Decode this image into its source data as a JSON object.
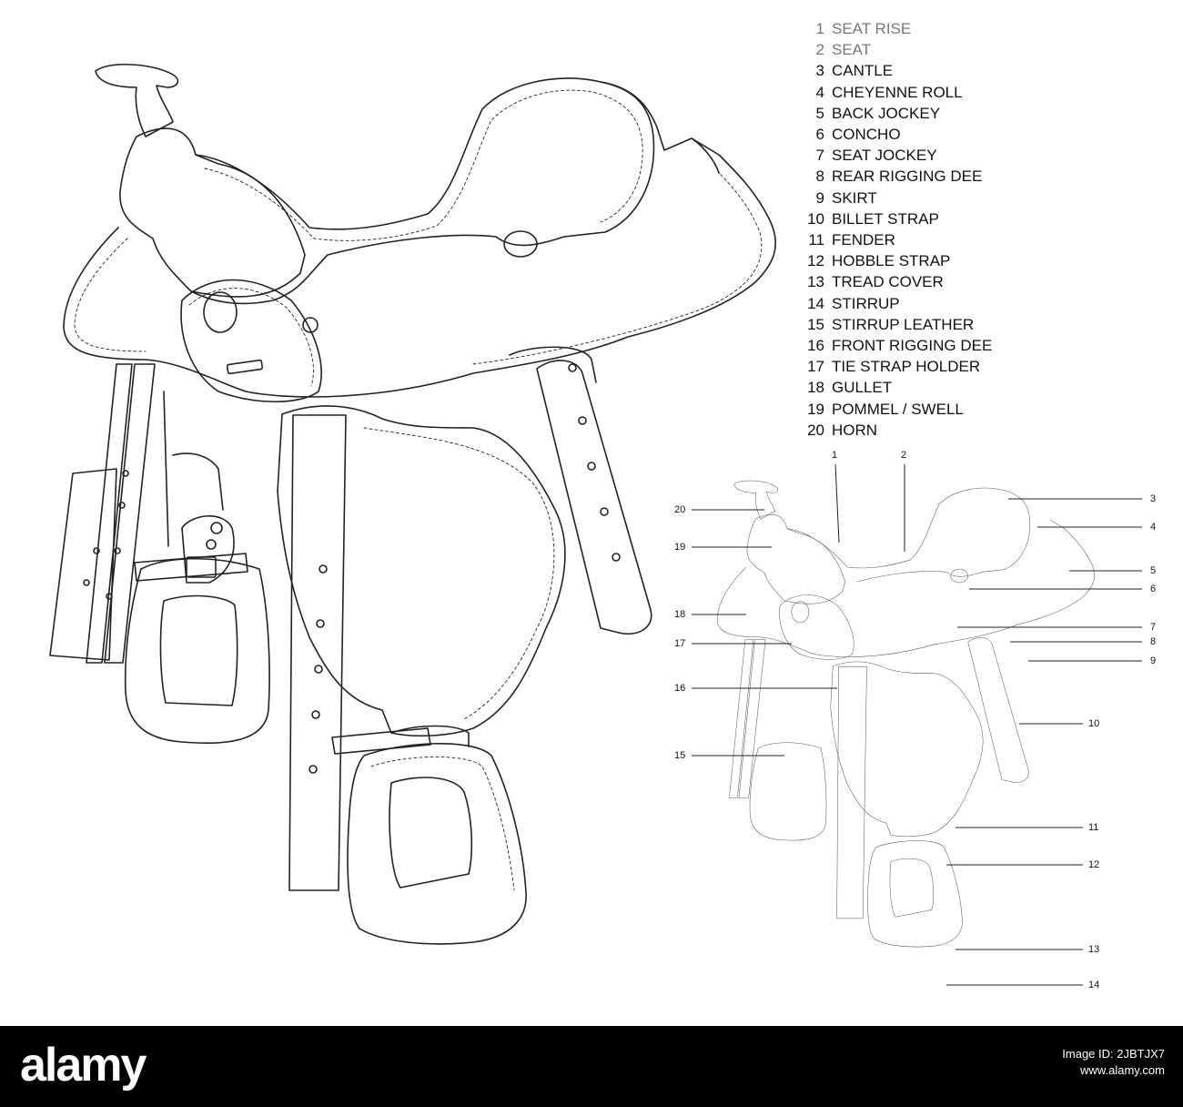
{
  "legend": {
    "items": [
      {
        "num": "1",
        "label": "SEAT RISE"
      },
      {
        "num": "2",
        "label": "SEAT"
      },
      {
        "num": "3",
        "label": "CANTLE"
      },
      {
        "num": "4",
        "label": "CHEYENNE ROLL"
      },
      {
        "num": "5",
        "label": "BACK JOCKEY"
      },
      {
        "num": "6",
        "label": "CONCHO"
      },
      {
        "num": "7",
        "label": "SEAT JOCKEY"
      },
      {
        "num": "8",
        "label": "REAR RIGGING DEE"
      },
      {
        "num": "9",
        "label": "SKIRT"
      },
      {
        "num": "10",
        "label": "BILLET STRAP"
      },
      {
        "num": "11",
        "label": "FENDER"
      },
      {
        "num": "12",
        "label": "HOBBLE STRAP"
      },
      {
        "num": "13",
        "label": "TREAD COVER"
      },
      {
        "num": "14",
        "label": "STIRRUP"
      },
      {
        "num": "15",
        "label": "STIRRUP LEATHER"
      },
      {
        "num": "16",
        "label": "FRONT RIGGING DEE"
      },
      {
        "num": "17",
        "label": "TIE STRAP HOLDER"
      },
      {
        "num": "18",
        "label": "GULLET"
      },
      {
        "num": "19",
        "label": "POMMEL / SWELL"
      },
      {
        "num": "20",
        "label": "HORN"
      }
    ]
  },
  "callouts": {
    "c1": "1",
    "c2": "2",
    "c3": "3",
    "c4": "4",
    "c5": "5",
    "c6": "6",
    "c7": "7",
    "c8": "8",
    "c9": "9",
    "c10": "10",
    "c11": "11",
    "c12": "12",
    "c13": "13",
    "c14": "14",
    "c15": "15",
    "c16": "16",
    "c17": "17",
    "c18": "18",
    "c19": "19",
    "c20": "20"
  },
  "footer": {
    "brand": "alamy",
    "image_id_label": "Image ID: 2JBTJX7",
    "site": "www.alamy.com"
  }
}
